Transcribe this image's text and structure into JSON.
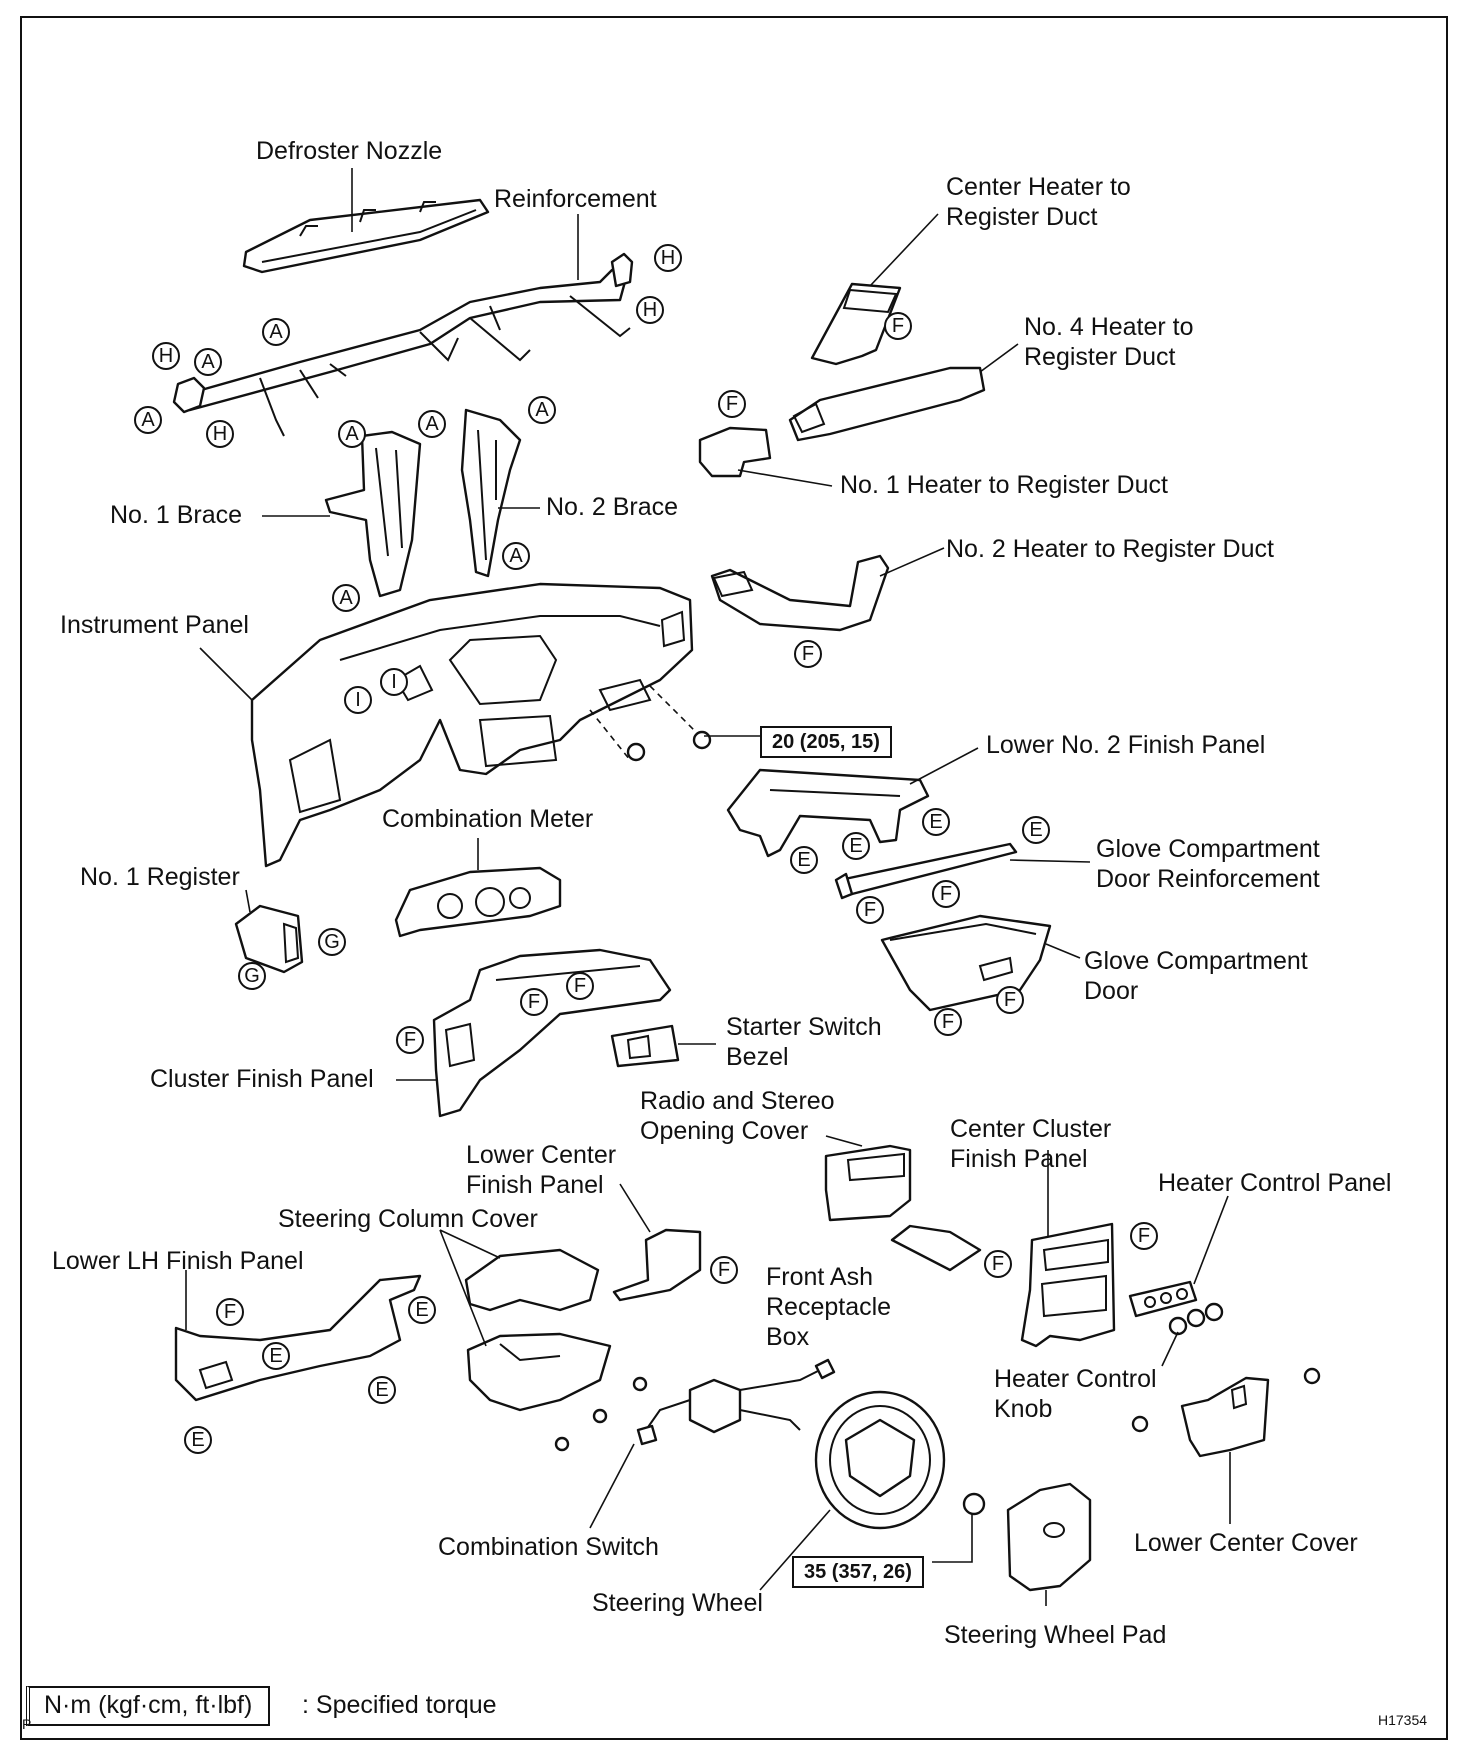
{
  "labels": {
    "defroster_nozzle": "Defroster Nozzle",
    "reinforcement": "Reinforcement",
    "center_heater_duct": "Center Heater to\nRegister Duct",
    "no4_heater_duct": "No. 4 Heater to\nRegister Duct",
    "no1_heater_duct": "No. 1 Heater to Register Duct",
    "no2_heater_duct": "No. 2 Heater to Register Duct",
    "no1_brace": "No. 1 Brace",
    "no2_brace": "No. 2 Brace",
    "instrument_panel": "Instrument Panel",
    "lower_no2_finish_panel": "Lower No. 2 Finish Panel",
    "combination_meter": "Combination Meter",
    "no1_register": "No. 1 Register",
    "glove_reinforcement": "Glove Compartment\nDoor Reinforcement",
    "glove_door": "Glove Compartment\nDoor",
    "starter_bezel": "Starter Switch\nBezel",
    "cluster_finish_panel": "Cluster Finish Panel",
    "radio_cover": "Radio and Stereo\nOpening Cover",
    "center_cluster_finish": "Center Cluster\nFinish Panel",
    "lower_center_finish": "Lower Center\nFinish Panel",
    "heater_control_panel": "Heater Control Panel",
    "steering_column_cover": "Steering Column Cover",
    "lower_lh_finish": "Lower LH Finish Panel",
    "front_ash_box": "Front Ash\nReceptacle\nBox",
    "heater_control_knob": "Heater Control\nKnob",
    "combination_switch": "Combination Switch",
    "lower_center_cover": "Lower Center Cover",
    "steering_wheel": "Steering Wheel",
    "steering_wheel_pad": "Steering Wheel Pad"
  },
  "torques": {
    "panel_bolt": "20 (205, 15)",
    "wheel_nut": "35 (357, 26)"
  },
  "clips": {
    "A": "A",
    "E": "E",
    "F": "F",
    "G": "G",
    "H": "H",
    "I": "I"
  },
  "legend": {
    "unit": "N·m (kgf·cm, ft·lbf)",
    "text": ": Specified torque"
  },
  "figure_code": "H17354",
  "page_mark": "P"
}
